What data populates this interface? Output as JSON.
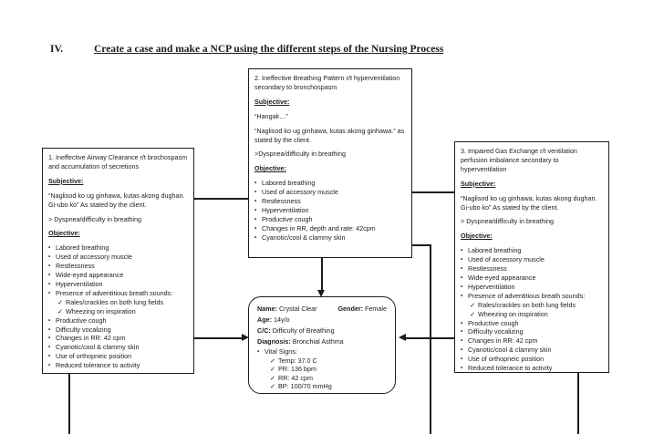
{
  "title": {
    "numeral": "IV.",
    "text": "Create a case and make a NCP using the different steps of the Nursing Process"
  },
  "boxes": {
    "box1": {
      "heading": "1. Ineffective Airway Clearance r/t brochospasm and accumulation of secretions",
      "subjective_label": "Subjective:",
      "subjective_paragraphs": [
        "“Naglisod ko ug ginhawa, kutas akong dughan. Gi-ubo ko” As stated by the client.",
        "> Dyspnea/difficulty in breathing"
      ],
      "objective_label": "Objective:",
      "objective_items": [
        {
          "marker": "▪",
          "type": "bullet",
          "text": "Labored breathing"
        },
        {
          "marker": "▪",
          "type": "bullet",
          "text": "Used of accessory muscle"
        },
        {
          "marker": "▪",
          "type": "bullet",
          "text": "Restlessness"
        },
        {
          "marker": "▪",
          "type": "bullet",
          "text": "Wide-eyed appearance"
        },
        {
          "marker": "▪",
          "type": "bullet",
          "text": "Hyperventilation"
        },
        {
          "marker": "▪",
          "type": "bullet",
          "text": "Presence of adventitious breath sounds:"
        },
        {
          "marker": "✓",
          "type": "check",
          "text": "Rales/crackles on both lung fields"
        },
        {
          "marker": "✓",
          "type": "check",
          "text": "Wheezing on inspiration"
        },
        {
          "marker": "▪",
          "type": "bullet",
          "text": "Productive cough"
        },
        {
          "marker": "▪",
          "type": "bullet",
          "text": "Difficulty vocalizing"
        },
        {
          "marker": "▪",
          "type": "bullet",
          "text": "Changes in RR: 42 cpm"
        },
        {
          "marker": "▪",
          "type": "bullet",
          "text": "Cyanotic/cool & clammy skin"
        },
        {
          "marker": "▪",
          "type": "bullet",
          "text": "Use of orthopneic position"
        },
        {
          "marker": "▪",
          "type": "bullet",
          "text": "Reduced tolerance to activity"
        }
      ]
    },
    "box2": {
      "heading": "2. Ineffective Breathing Pattern r/t hyperventilation secondary to bronchospasm",
      "subjective_label": "Subjective:",
      "subjective_paragraphs": [
        "“Hangak…”",
        "“Naglisod ko ug ginhawa, kutas akong ginhawa.” as stated by the client.",
        ">Dyspnea/difficulty in breathing"
      ],
      "objective_label": "Objective:",
      "objective_items": [
        {
          "marker": "▪",
          "type": "bullet",
          "text": "Labored breathing"
        },
        {
          "marker": "▪",
          "type": "bullet",
          "text": "Used of accessory muscle"
        },
        {
          "marker": "▪",
          "type": "bullet",
          "text": "Restlessness"
        },
        {
          "marker": "▪",
          "type": "bullet",
          "text": "Hyperventilation"
        },
        {
          "marker": "▪",
          "type": "bullet",
          "text": "Productive cough"
        },
        {
          "marker": "▪",
          "type": "bullet",
          "text": "Changes in RR, depth and rate: 42cpm"
        },
        {
          "marker": "▪",
          "type": "bullet",
          "text": "Cyanotic/cool & clammy skin"
        }
      ]
    },
    "box3": {
      "heading": "3. Impaired Gas Exchange r/t ventilation perfusion imbalance secondary to hyperventilation",
      "subjective_label": "Subjective:",
      "subjective_paragraphs": [
        "“Naglisod ko ug ginhawa, kutas akong dughan. Gi-ubo ko” As stated by the client.",
        "> Dyspnea/difficulty in breathing"
      ],
      "objective_label": "Objective:",
      "objective_items": [
        {
          "marker": "▪",
          "type": "bullet",
          "text": "Labored breathing"
        },
        {
          "marker": "▪",
          "type": "bullet",
          "text": "Used of accessory muscle"
        },
        {
          "marker": "▪",
          "type": "bullet",
          "text": "Restlessness"
        },
        {
          "marker": "▪",
          "type": "bullet",
          "text": "Wide-eyed appearance"
        },
        {
          "marker": "▪",
          "type": "bullet",
          "text": "Hyperventilation"
        },
        {
          "marker": "▪",
          "type": "bullet",
          "text": "Presence of adventitious breath sounds:"
        },
        {
          "marker": "✓",
          "type": "check",
          "text": "Rales/crackles on both lung fields"
        },
        {
          "marker": "✓",
          "type": "check",
          "text": "Wheezing on inspiration"
        },
        {
          "marker": "▪",
          "type": "bullet",
          "text": "Productive cough"
        },
        {
          "marker": "▪",
          "type": "bullet",
          "text": "Difficulty vocalizing"
        },
        {
          "marker": "▪",
          "type": "bullet",
          "text": "Changes in RR: 42 cpm"
        },
        {
          "marker": "▪",
          "type": "bullet",
          "text": "Cyanotic/cool & clammy skin"
        },
        {
          "marker": "▪",
          "type": "bullet",
          "text": "Use of orthopneic position"
        },
        {
          "marker": "▪",
          "type": "bullet",
          "text": "Reduced tolerance to activity"
        }
      ]
    }
  },
  "patient": {
    "name_label": "Name:",
    "name": "Crystal Clear",
    "gender_label": "Gender:",
    "gender": "Female",
    "age_label": "Age:",
    "age": "14y/o",
    "cc_label": "C/C:",
    "cc": "Difficulty of Breathing",
    "diagnosis_label": "Diagnosis:",
    "diagnosis": "Bronchial Asthma",
    "vitals_marker": "▪",
    "vitals_label": "Vital Signs:",
    "vitals": [
      {
        "marker": "✓",
        "type": "check",
        "text": "Temp: 37.0 C"
      },
      {
        "marker": "✓",
        "type": "check",
        "text": "PR: 136 bpm"
      },
      {
        "marker": "✓",
        "type": "check",
        "text": "RR: 42 cpm"
      },
      {
        "marker": "✓",
        "type": "check",
        "text": "BP: 100/70 mmHg"
      }
    ]
  },
  "colors": {
    "ink": "#1d1d1d",
    "paper": "#ffffff"
  }
}
